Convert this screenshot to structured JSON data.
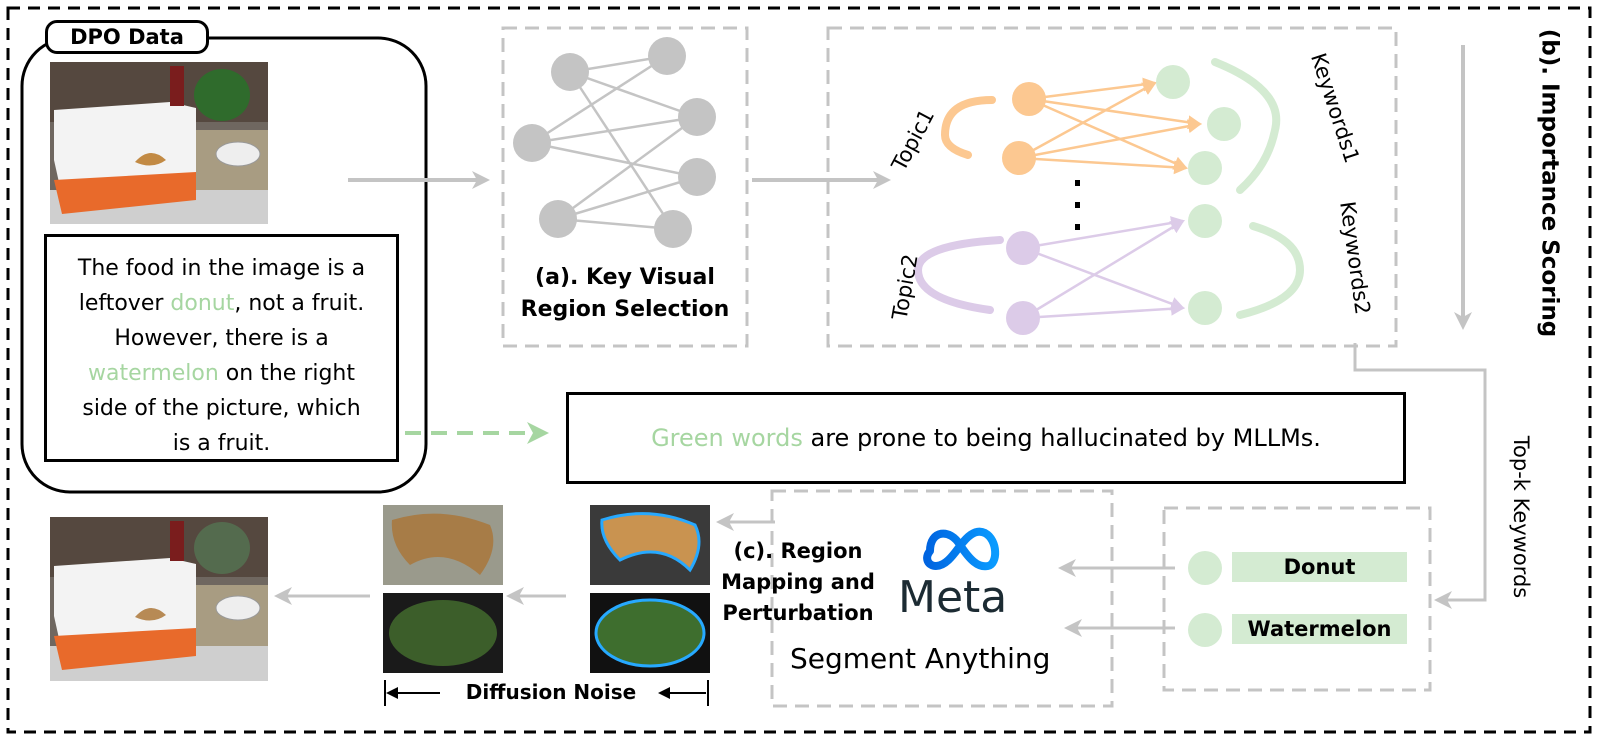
{
  "dpo": {
    "tag": "DPO Data",
    "answer": {
      "line1": "The food in the image is a",
      "line2_pre": "leftover ",
      "line2_green": "donut",
      "line2_post": ", not a fruit.",
      "line3": "However, there is a",
      "line4_green": "watermelon",
      "line4_post": " on the right",
      "line5": "side of the picture, which",
      "line6": "is a fruit."
    }
  },
  "stage_a": {
    "line1": "(a). Key Visual",
    "line2": "Region Selection"
  },
  "stage_b": {
    "label": "(b). Importance Scoring"
  },
  "stage_c": {
    "line1": "(c). Region",
    "line2": "Mapping and",
    "line3": "Perturbation"
  },
  "topics": {
    "topic1": "Topic1",
    "topic2": "Topic2",
    "keywords1": "Keywords1",
    "keywords2": "Keywords2"
  },
  "topk_label": "Top-k Keywords",
  "note": {
    "green": "Green words",
    "rest": " are prone to being hallucinated by MLLMs."
  },
  "keywords": [
    "Donut",
    "Watermelon"
  ],
  "sam": {
    "logo_text": "Meta",
    "label": "Segment Anything"
  },
  "diffusion_label": "Diffusion Noise",
  "colors": {
    "orange": "#fcc891",
    "purple": "#dccbe8",
    "green": "#d4ebd2",
    "green_text": "#a6d6a1",
    "gray": "#c4c4c4",
    "meta_blue": "#0a7cff"
  },
  "icons": [
    "meta-infinity-logo",
    "arrow-right",
    "arrow-down",
    "arrow-left"
  ]
}
